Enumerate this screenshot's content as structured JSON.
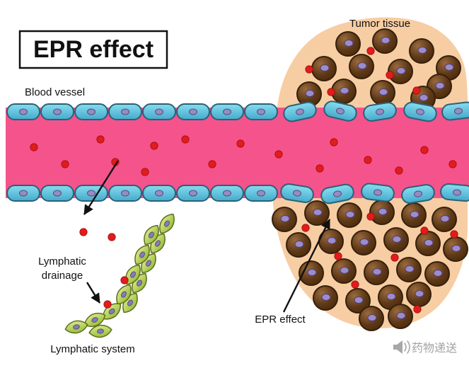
{
  "page": {
    "title": "EPR effect"
  },
  "labels": {
    "blood_vessel": "Blood vessel",
    "tumor_tissue": "Tumor tissue",
    "lymphatic_line1": "Lymphatic",
    "lymphatic_line2": "drainage",
    "lymphatic_system": "Lymphatic system",
    "epr_effect": "EPR effect"
  },
  "watermark": {
    "text": "药物递送",
    "icon": "megaphone-icon"
  },
  "colors": {
    "vessel_pink": "#F4538B",
    "endothelial_blue": "#5BC6E3",
    "endothelial_outline": "#2B6177",
    "tumor_tissue_peach": "#F7CDA3",
    "tumor_cell_brown": "#5E3918",
    "tumor_cell_outline": "#35200A",
    "nucleus_purple": "#978CC0",
    "lymph_green": "#A9C94B",
    "lymph_outline": "#5E6D1E",
    "particle_red": "#E21C1C",
    "arrow_black": "#111111",
    "watermark_gray": "#A8A8A8"
  }
}
